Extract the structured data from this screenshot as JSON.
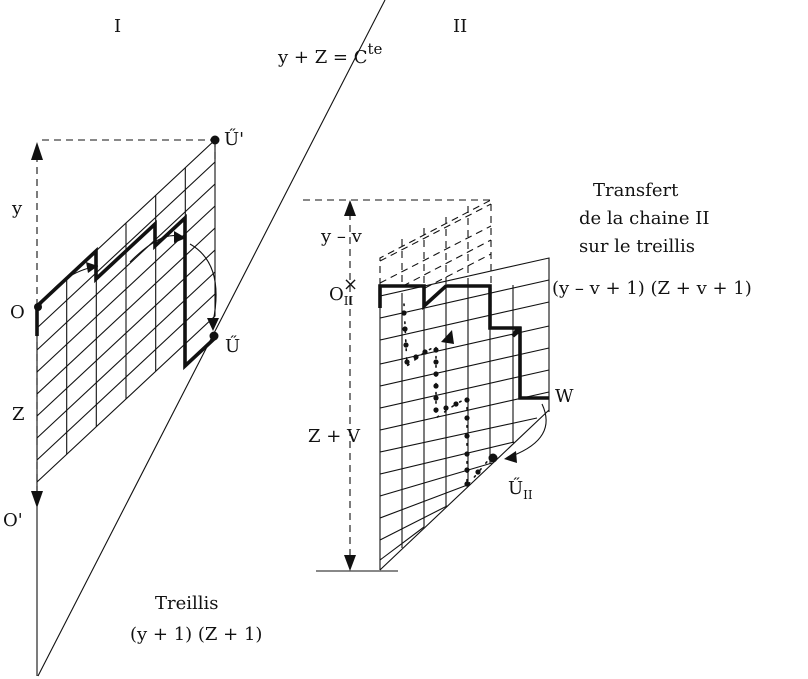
{
  "labels": {
    "region_I": "I",
    "region_II": "II",
    "line_eq_main": "y + Z = C",
    "line_eq_sup": "te",
    "y": "y",
    "O": "O",
    "Z": "Z",
    "O_prime": "O'",
    "U": "Ű",
    "U_prime": "Ű'",
    "y_minus_v": "y – v",
    "O_II_main": "O",
    "O_II_sub": "II",
    "Z_plus_V": "Z + V",
    "W": "W",
    "U_II_main": "Ű",
    "U_II_sub": "II",
    "treillis_caption_1": "Treillis",
    "treillis_caption_2": "(y + 1) (Z + 1)",
    "transfert_1": "Transfert",
    "transfert_2": "de la chaine II",
    "transfert_3": "sur le treillis",
    "transfert_4": "(y – v + 1) (Z + v + 1)"
  }
}
